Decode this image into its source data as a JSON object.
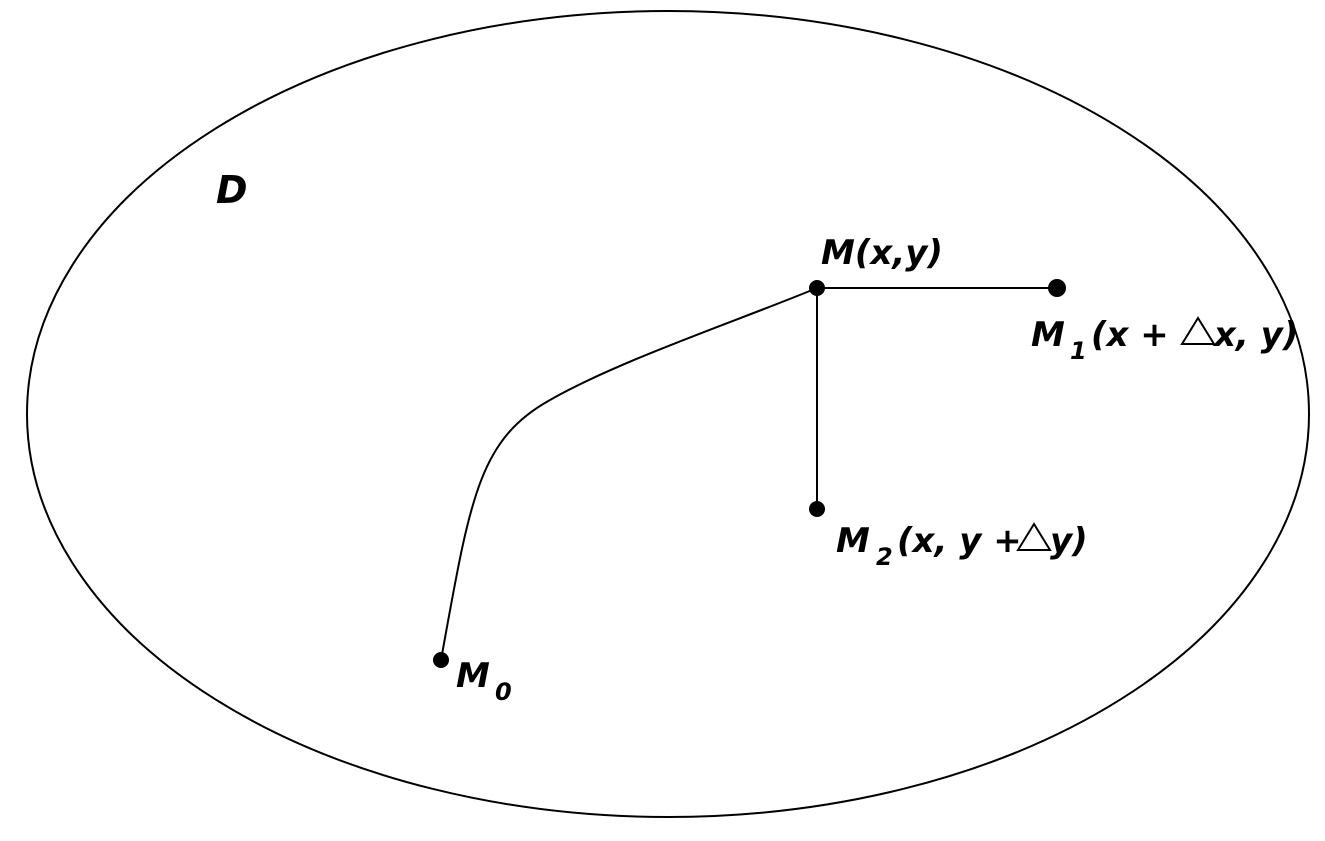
{
  "diagram": {
    "region_label": "D",
    "points": {
      "m": {
        "name": "M",
        "coords": "(x,y)"
      },
      "m0": {
        "name": "M",
        "subscript": "0"
      },
      "m1": {
        "name": "M",
        "subscript": "1",
        "coords_open": "(x +",
        "coords_close": "x, y)"
      },
      "m2": {
        "name": "M",
        "subscript": "2",
        "coords_open": "(x, y +",
        "coords_close": "y)"
      }
    },
    "symbols": {
      "delta": "△"
    }
  }
}
